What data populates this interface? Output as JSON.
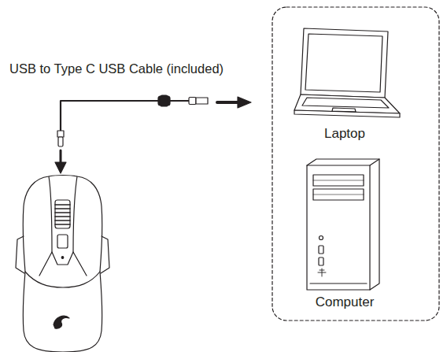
{
  "diagram": {
    "labels": [
      "USB to Type C USB Cable (included)",
      "Laptop",
      "Computer"
    ]
  }
}
